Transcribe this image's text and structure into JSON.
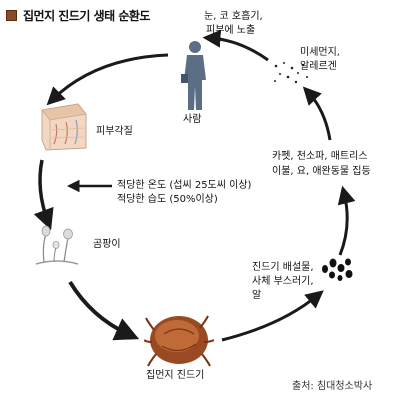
{
  "title": "집먼지 진드기 생태 순환도",
  "nodes": {
    "person": "사람",
    "person_note_1": "눈, 코 호흡기,",
    "person_note_2": "피부에 노출",
    "dust_1": "미세먼지,",
    "dust_2": "알레르겐",
    "skin": "피부각질",
    "carpet_1": "카펫, 천소파, 매트리스",
    "carpet_2": "이불, 요, 애완동물 집등",
    "conditions_1": "적당한 온도 (섭씨 25도씨 이상)",
    "conditions_2": "적당한 습도 (50%이상)",
    "fungus": "곰팡이",
    "excrement_1": "진드기 배설물,",
    "excrement_2": "사체 부스러기,",
    "excrement_3": "알",
    "mite": "집먼지 진드기"
  },
  "source": "출처:  침대청소박사",
  "colors": {
    "arrow": "#1a1a1a",
    "title_square": "#8a4a2a",
    "person": "#5b6e86",
    "mite": "#8a3a1a"
  }
}
